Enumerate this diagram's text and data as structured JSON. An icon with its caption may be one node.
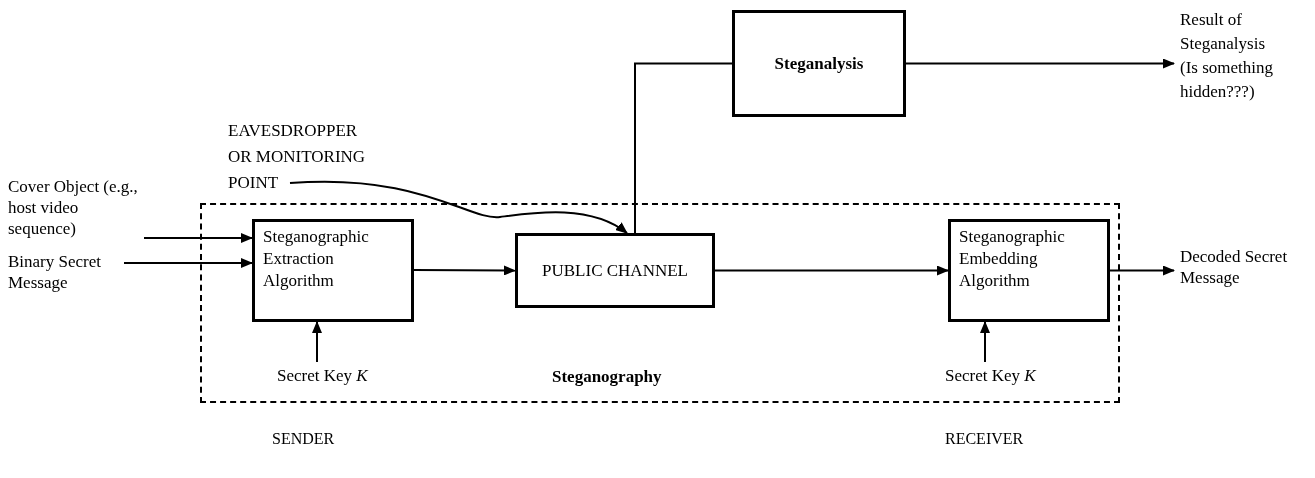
{
  "diagram": {
    "nodes": [
      {
        "text": [
          "Steganography"
        ]
      },
      {
        "text": [
          "Cover Object (e.g., host video sequence)"
        ]
      },
      {
        "text": [
          "Binary Secret Message"
        ]
      },
      {
        "text": [
          "Steganographic Extraction Algorithm"
        ],
        "in": 0
      },
      {
        "text": [
          "Secret Key *K*"
        ],
        "in": 0
      },
      {
        "text": [
          "PUBLIC CHANNEL"
        ],
        "in": 0
      },
      {
        "text": [
          "Steganographic Embedding Algorithm"
        ],
        "in": 0
      },
      {
        "text": [
          "Secret Key *K*"
        ],
        "in": 0
      },
      {
        "text": [
          "Decoded Secret Message"
        ]
      },
      {
        "text": [
          "EAVESDROPPER OR MONITORING POINT"
        ]
      },
      {
        "text": [
          "Steganalysis"
        ]
      },
      {
        "text": [
          "Result of Steganalysis (Is something hidden???)"
        ]
      }
    ],
    "edges": [
      {
        "from": 1,
        "to": 3,
        "arrow": "to"
      },
      {
        "from": 2,
        "to": 3,
        "arrow": "to"
      },
      {
        "from": 4,
        "to": 3,
        "arrow": "to"
      },
      {
        "from": 3,
        "to": 5,
        "arrow": "to"
      },
      {
        "from": 5,
        "to": 6,
        "arrow": "to"
      },
      {
        "from": 7,
        "to": 6,
        "arrow": "to"
      },
      {
        "from": 6,
        "to": 8,
        "arrow": "to"
      },
      {
        "from": 5,
        "to": 10,
        "arrow": "none"
      },
      {
        "from": 10,
        "to": 11,
        "arrow": "to"
      },
      {
        "from": 9,
        "to": 5,
        "arrow": "to"
      }
    ],
    "labels": [
      "SENDER",
      "RECEIVER"
    ]
  }
}
